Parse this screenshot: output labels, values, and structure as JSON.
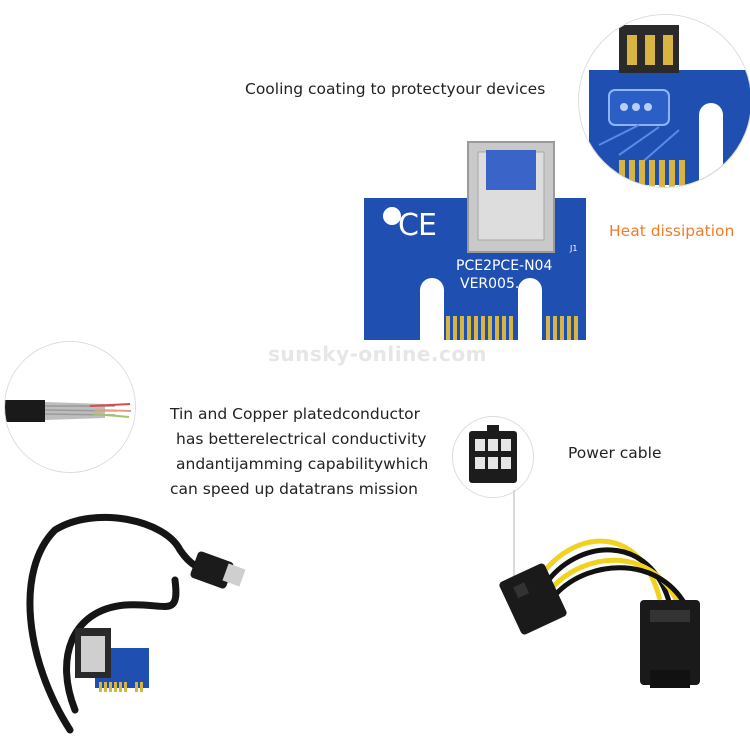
{
  "captions": {
    "cooling": "Cooling coating to protectyour devices",
    "heat": "Heat dissipation",
    "conductor": [
      "Tin and Copper platedconductor",
      "has betterelectrical conductivity",
      "andantijamming capabilitywhich",
      "can speed up datatrans mission"
    ],
    "power": "Power cable"
  },
  "board": {
    "ce_mark": "CE",
    "model": "PCE2PCE-N04",
    "version": "VER005.",
    "jumper": "J1"
  },
  "watermark": "sunsky-online.com",
  "colors": {
    "pcb_blue": "#1f4fb0",
    "gold": "#d8b443",
    "accent_orange": "#ee7d2a"
  }
}
